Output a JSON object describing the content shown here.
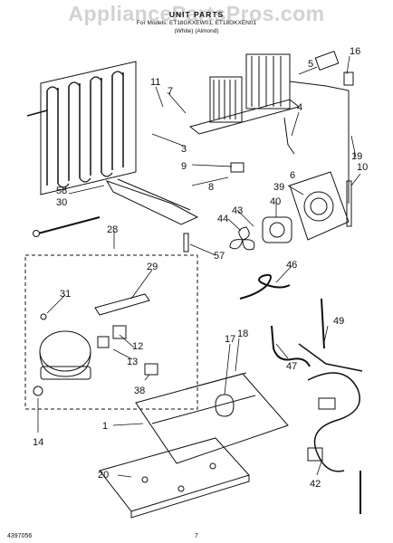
{
  "header": {
    "watermark": "AppliancePartsPros.com",
    "title": "UNIT PARTS",
    "models": "For Models: ET18GKXEW01, ET18GKXEN01",
    "colors": "(White)          (Almond)"
  },
  "callouts": [
    "1",
    "3",
    "4",
    "5",
    "6",
    "7",
    "8",
    "9",
    "10",
    "11",
    "12",
    "13",
    "14",
    "16",
    "17",
    "18",
    "19",
    "20",
    "28",
    "29",
    "30",
    "31",
    "38",
    "39",
    "40",
    "42",
    "43",
    "44",
    "46",
    "47",
    "49",
    "57",
    "58"
  ],
  "footer": {
    "doc_number": "4397056",
    "page_number": "7"
  }
}
